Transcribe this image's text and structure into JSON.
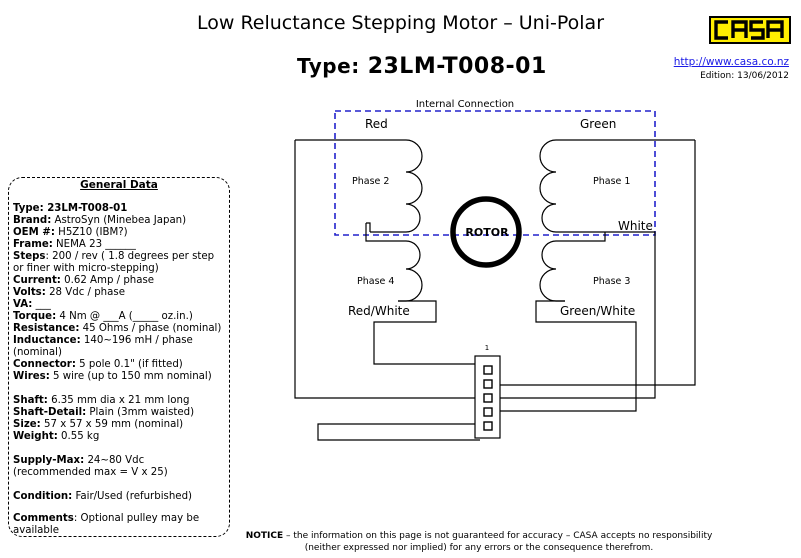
{
  "header": {
    "title": "Low Reluctance Stepping Motor – Uni-Polar",
    "type_label": "Type:",
    "type_value": "23LM-T008-01",
    "logo_text": "CASA",
    "url": "http://www.casa.co.nz",
    "edition": "Edition: 13/06/2012"
  },
  "general_data": {
    "title": "General Data",
    "items": [
      {
        "label": "Type: 23LM-T008-01",
        "value": ""
      },
      {
        "label": "Brand:",
        "value": " AstroSyn (Minebea Japan)"
      },
      {
        "label": "OEM #:",
        "value": " H5Z10 (IBM?)"
      },
      {
        "label": "Frame:",
        "value": " NEMA 23 ______"
      },
      {
        "label": "Steps",
        "value": ": 200 / rev ( 1.8 degrees per step or finer with micro-stepping)"
      },
      {
        "label": "Current:",
        "value": " 0.62  Amp / phase"
      },
      {
        "label": "Volts:",
        "value": " 28 Vdc / phase"
      },
      {
        "label": "VA:",
        "value": " ___"
      },
      {
        "label": "Torque:",
        "value": "  4 Nm @ ___A (_____ oz.in.)"
      },
      {
        "label": "Resistance:",
        "value": " 45 Ohms / phase (nominal)"
      },
      {
        "label": "Inductance:",
        "value": " 140~196 mH / phase (nominal)"
      },
      {
        "label": "Connector:",
        "value": "  5 pole 0.1\" (if fitted)"
      },
      {
        "label": "Wires:",
        "value": " 5 wire (up to 150 mm nominal)"
      },
      {
        "label": "Shaft:",
        "value": " 6.35 mm dia x 21 mm long"
      },
      {
        "label": "Shaft-Detail:",
        "value": " Plain (3mm waisted)"
      },
      {
        "label": "Size:",
        "value": " 57 x 57 x 59 mm (nominal)"
      },
      {
        "label": "Weight:",
        "value": " 0.55 kg"
      },
      {
        "label": "Supply-Max:",
        "value": " 24~80 Vdc (recommended max = V x 25)"
      },
      {
        "label": "Condition:",
        "value": " Fair/Used (refurbished)"
      },
      {
        "label": "Comments",
        "value": ": Optional pulley may be available"
      }
    ]
  },
  "diagram": {
    "internal_connection": "Internal Connection",
    "rotor": "ROTOR",
    "phase_2": "Phase 2",
    "phase_1": "Phase 1",
    "phase_4": "Phase 4",
    "phase_3": "Phase 3",
    "wire_red": "Red",
    "wire_green": "Green",
    "wire_white": "White",
    "wire_red_white": "Red/White",
    "wire_green_white": "Green/White",
    "connector_pin_label": "1"
  },
  "notice": {
    "label": "NOTICE",
    "text": " – the information on this page is not guaranteed for accuracy – CASA accepts no responsibility (neither expressed nor implied) for any errors or the consequence therefrom."
  },
  "colors": {
    "dashed_box": "#2222cc",
    "logo_bg": "#ffee00",
    "url": "#1a1ae6"
  }
}
